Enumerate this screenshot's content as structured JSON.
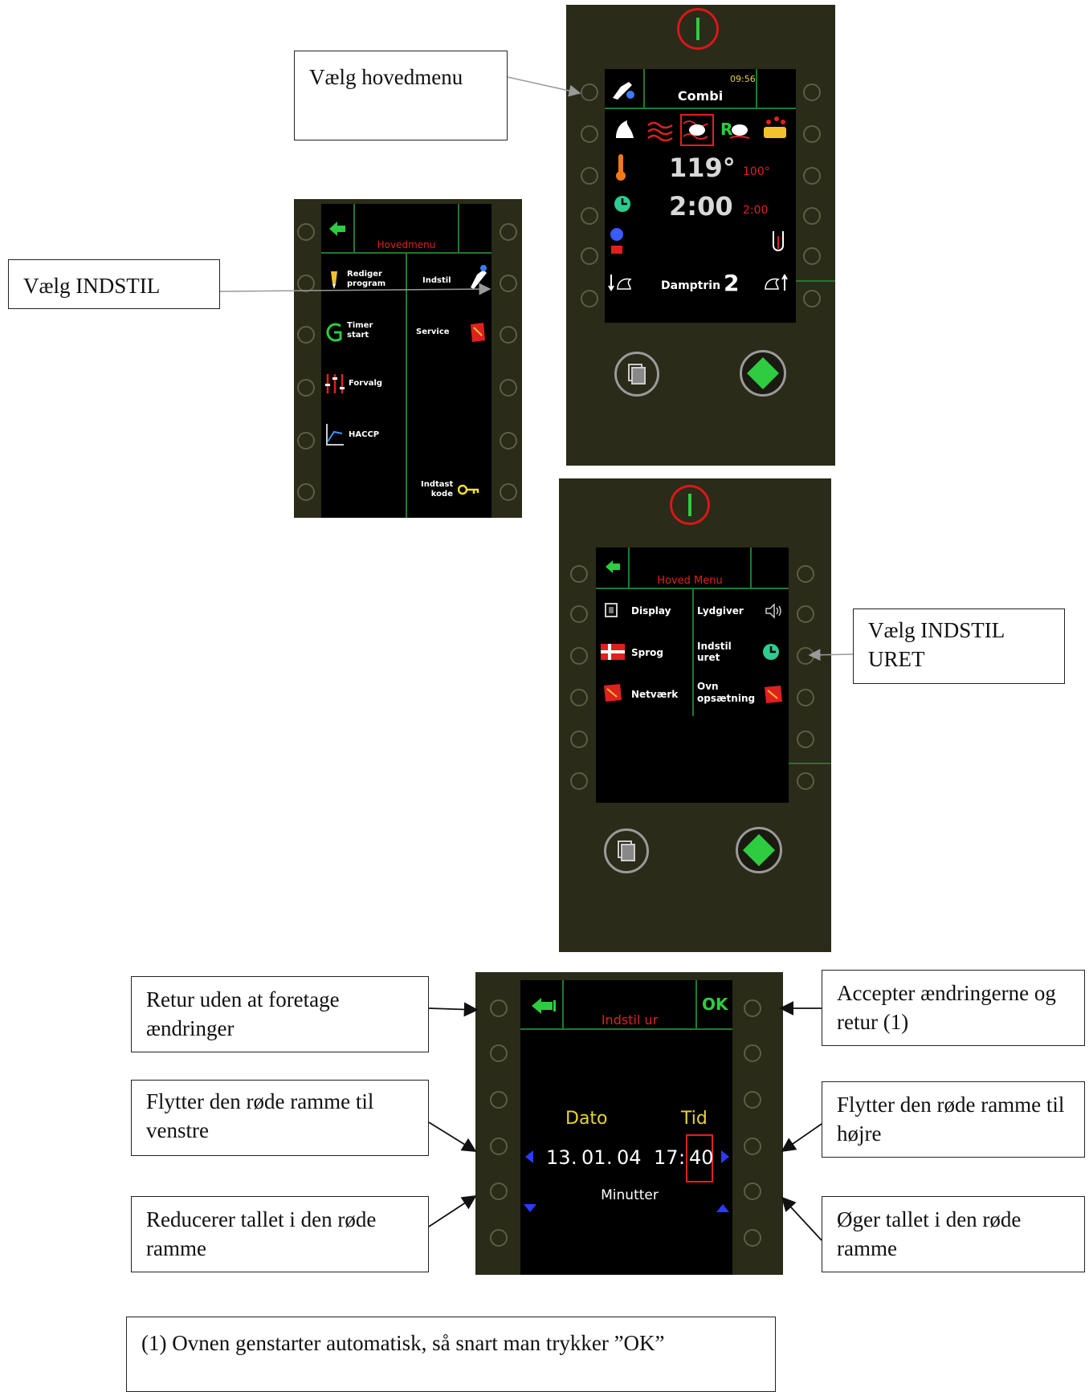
{
  "callouts": {
    "main_menu": "Vælg hovedmenu",
    "indstil": "Vælg INDSTIL",
    "indstil_uret": "Vælg INDSTIL URET",
    "return_no_change": "Retur uden at foretage ændringer",
    "accept": "Accepter ændringerne og retur (1)",
    "move_left": "Flytter den røde ramme til venstre",
    "move_right": "Flytter den røde ramme til højre",
    "decrease": "Reducerer tallet i den røde ramme",
    "increase": "Øger tallet i den røde ramme",
    "footnote": "(1) Ovnen genstarter automatisk, så snart man trykker ”OK”"
  },
  "combi_screen": {
    "clock": "09:56",
    "title": "Combi",
    "temp": "119°",
    "temp_set": "100°",
    "time": "2:00",
    "time_set": "2:00",
    "steam_label": "Damptrin",
    "steam_value": "2"
  },
  "menu_screen": {
    "title": "Hovedmenu",
    "items": {
      "rediger": "Rediger program",
      "timer": "Timer start",
      "forvalg": "Forvalg",
      "haccp": "HACCP",
      "indstil": "Indstil",
      "service": "Service",
      "indtast": "Indtast kode"
    }
  },
  "settings_screen": {
    "title": "Hoved Menu",
    "items": {
      "display": "Display",
      "sprog": "Sprog",
      "netvaerk": "Netværk",
      "lydgiver": "Lydgiver",
      "indstil_uret": "Indstil uret",
      "ovn": "Ovn opsætning"
    }
  },
  "clock_screen": {
    "title": "Indstil ur",
    "ok": "OK",
    "date_label": "Dato",
    "time_label": "Tid",
    "day": "13",
    "month": "01",
    "year": "04",
    "hour": "17",
    "minute": "40",
    "field_label": "Minutter"
  },
  "colors": {
    "panel": "#2a2b18",
    "accent_green": "#1f7a30",
    "accent_red": "#e02020",
    "yellow": "#e8d23a"
  }
}
